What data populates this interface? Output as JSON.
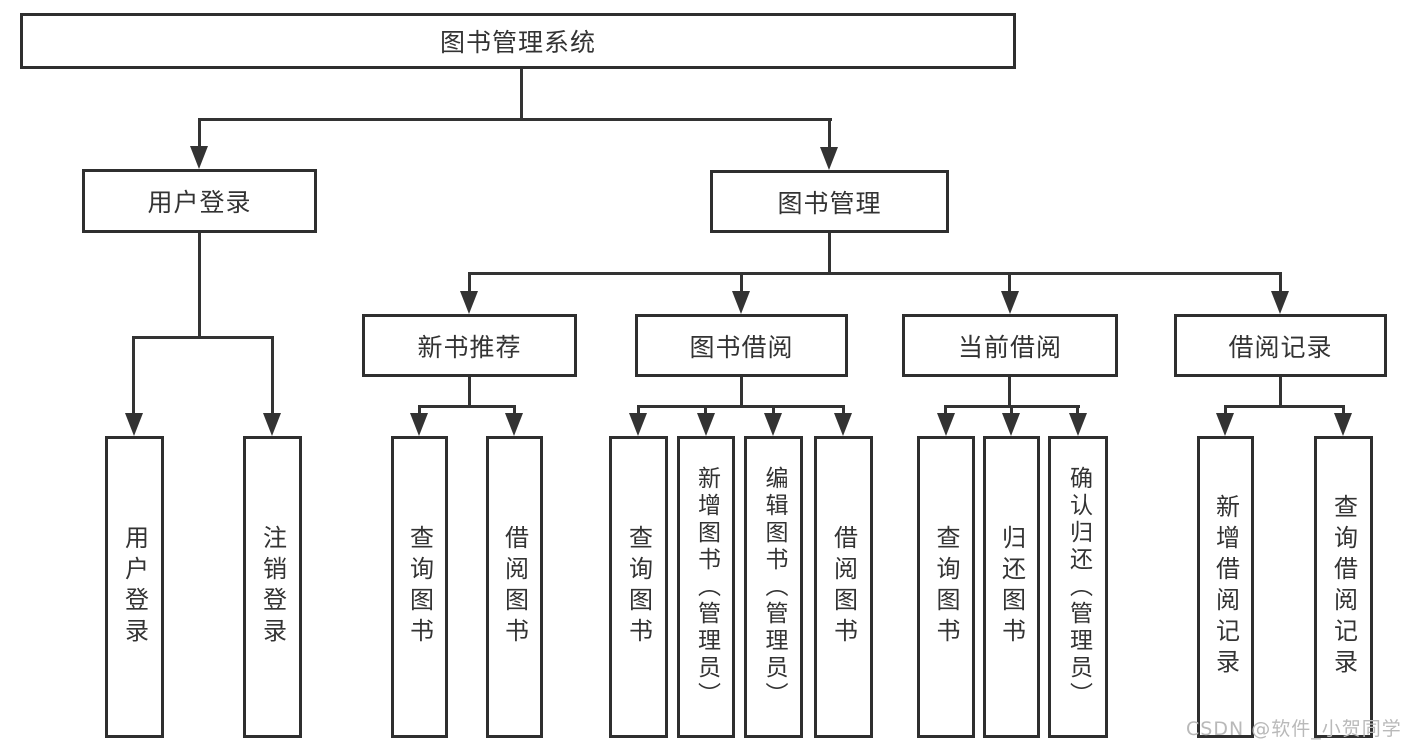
{
  "colors": {
    "line": "#333333",
    "box_border": "#2f2f2f",
    "text": "#333333",
    "watermark_text": "#b9b9b9",
    "bg": "#ffffff"
  },
  "tree": {
    "root": {
      "label": "图书管理系统"
    },
    "branches": [
      {
        "label": "用户登录",
        "children": [
          {
            "label": "用户登录"
          },
          {
            "label": "注销登录"
          }
        ]
      },
      {
        "label": "图书管理",
        "children": [
          {
            "label": "新书推荐",
            "children": [
              {
                "label": "查询图书"
              },
              {
                "label": "借阅图书"
              }
            ]
          },
          {
            "label": "图书借阅",
            "children": [
              {
                "label": "查询图书"
              },
              {
                "label": "新增图书（管理员）"
              },
              {
                "label": "编辑图书（管理员）"
              },
              {
                "label": "借阅图书"
              }
            ]
          },
          {
            "label": "当前借阅",
            "children": [
              {
                "label": "查询图书"
              },
              {
                "label": "归还图书"
              },
              {
                "label": "确认归还（管理员）"
              }
            ]
          },
          {
            "label": "借阅记录",
            "children": [
              {
                "label": "新增借阅记录"
              },
              {
                "label": "查询借阅记录"
              }
            ]
          }
        ]
      }
    ]
  },
  "watermark": {
    "text": "CSDN @软件_小贺同学"
  }
}
